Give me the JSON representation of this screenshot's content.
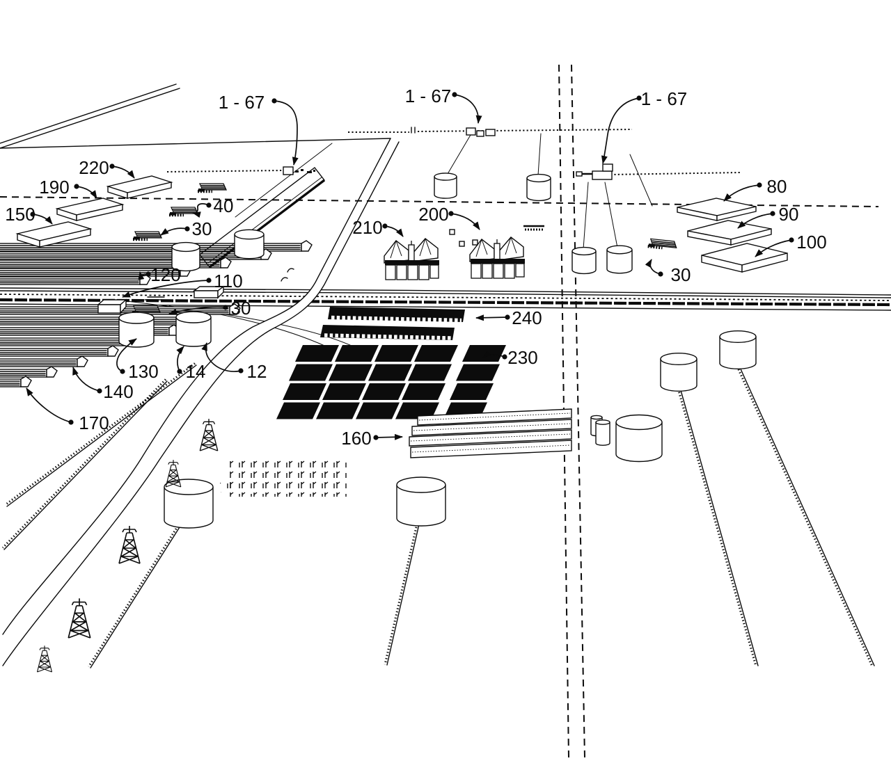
{
  "figure": {
    "type": "patent-aerial-farm-diagram",
    "colors": {
      "ink": "#0b0b0b",
      "background": "#ffffff",
      "panel_fill": "#0c0c0c"
    },
    "icons": [
      "storage-tank-icon",
      "transmission-tower-icon",
      "grain-elevator-icon",
      "harvester-icon",
      "solar-panel-icon",
      "greenhouse-row-icon",
      "field-slab-icon",
      "road-icon",
      "vegetation-tuft-icon",
      "leader-arrow-icon"
    ]
  },
  "labels": {
    "range_top": "1 - 67",
    "range_middle": "1 - 67",
    "range_right": "1 - 67",
    "building_220": "220",
    "building_190": "190",
    "building_150": "150",
    "machine_40": "40",
    "machine_30_farm": "30",
    "machine_30_road": "30",
    "machine_30_right": "30",
    "greenhouse_120": "120",
    "highway_110": "110",
    "tank_130": "130",
    "greenhouse_140": "140",
    "greenhouse_170": "170",
    "tank_14": "14",
    "road_12": "12",
    "array_240": "240",
    "array_230": "230",
    "building_160": "160",
    "elevator_210": "210",
    "elevator_200": "200",
    "field_80": "80",
    "field_90": "90",
    "field_100": "100"
  }
}
